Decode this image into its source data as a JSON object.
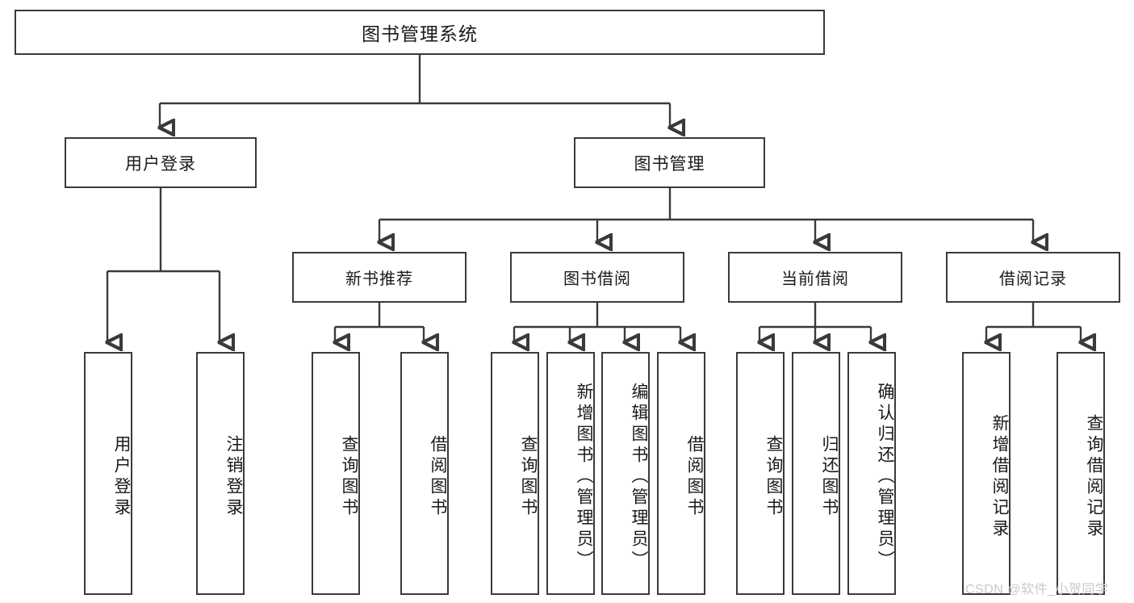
{
  "diagram": {
    "type": "tree-hierarchy-chart",
    "title": "图书管理系统",
    "orientation": "top-down",
    "colors": {
      "box_border": "#3a3a3a",
      "box_fill": "#ffffff",
      "connector": "#3a3a3a",
      "text": "#1a1a1a",
      "watermark": "#c9c9c9",
      "background": "#ffffff"
    },
    "root": {
      "label": "图书管理系统"
    },
    "level2": [
      {
        "label": "用户登录"
      },
      {
        "label": "图书管理"
      }
    ],
    "level3": [
      {
        "label": "新书推荐"
      },
      {
        "label": "图书借阅"
      },
      {
        "label": "当前借阅"
      },
      {
        "label": "借阅记录"
      }
    ],
    "leaves": {
      "user_login": [
        {
          "label": "用户登录"
        },
        {
          "label": "注销登录"
        }
      ],
      "new_book_recommend": [
        {
          "label": "查询图书"
        },
        {
          "label": "借阅图书"
        }
      ],
      "book_borrow": [
        {
          "label": "查询图书"
        },
        {
          "label": "新增图书（管理员）"
        },
        {
          "label": "编辑图书（管理员）"
        },
        {
          "label": "借阅图书"
        }
      ],
      "current_borrow": [
        {
          "label": "查询图书"
        },
        {
          "label": "归还图书"
        },
        {
          "label": "确认归还（管理员）"
        }
      ],
      "borrow_record": [
        {
          "label": "新增借阅记录"
        },
        {
          "label": "查询借阅记录"
        }
      ]
    }
  },
  "watermark": {
    "text": "CSDN @软件_小贺同学"
  }
}
